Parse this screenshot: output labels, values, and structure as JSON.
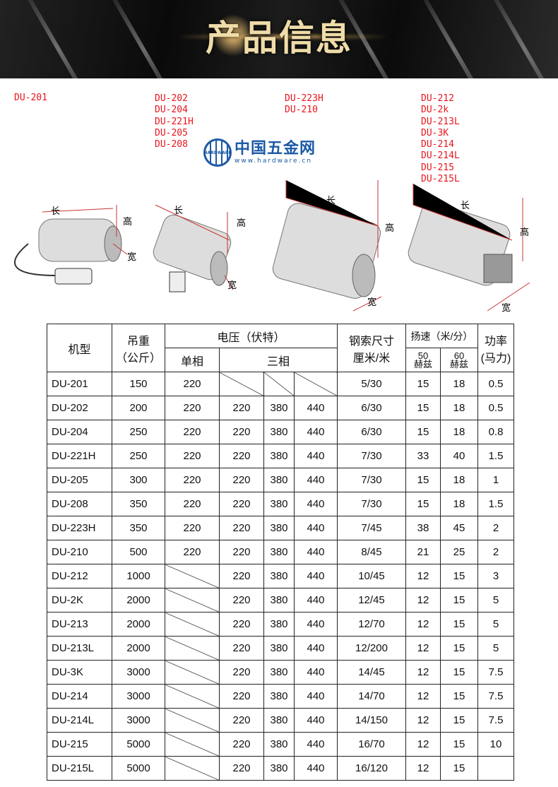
{
  "banner": {
    "title": "产品信息"
  },
  "model_groups": [
    [
      "DU-201"
    ],
    [
      "DU-202",
      "DU-204",
      "DU-221H",
      "DU-205",
      "DU-208"
    ],
    [
      "DU-223H",
      "DU-210"
    ],
    [
      "DU-212",
      "DU-2k",
      "DU-213L",
      "DU-3K",
      "DU-214",
      "DU-214L",
      "DU-215",
      "DU-215L"
    ]
  ],
  "dimension_labels": {
    "length": "长",
    "height": "高",
    "width": "宽"
  },
  "colors": {
    "model_text": "#e8141c",
    "title": "#efdca8",
    "watermark": "#1c5aa6"
  },
  "table": {
    "headers": {
      "model": "机型",
      "load": "吊重",
      "load_unit": "（公斤）",
      "voltage": "电压（伏特）",
      "single_phase": "单相",
      "three_phase": "三相",
      "rope": "钢索尺寸",
      "rope_unit": "厘米/米",
      "speed": "扬速（米/分）",
      "hz50": "50",
      "hz60": "60",
      "hz_unit": "赫兹",
      "power": "功率",
      "power_unit": "(马力)"
    },
    "rows": [
      [
        "DU-201",
        "150",
        "220",
        "",
        "",
        "",
        "5/30",
        "15",
        "18",
        "0.5"
      ],
      [
        "DU-202",
        "200",
        "220",
        "220",
        "380",
        "440",
        "6/30",
        "15",
        "18",
        "0.5"
      ],
      [
        "DU-204",
        "250",
        "220",
        "220",
        "380",
        "440",
        "6/30",
        "15",
        "18",
        "0.8"
      ],
      [
        "DU-221H",
        "250",
        "220",
        "220",
        "380",
        "440",
        "7/30",
        "33",
        "40",
        "1.5"
      ],
      [
        "DU-205",
        "300",
        "220",
        "220",
        "380",
        "440",
        "7/30",
        "15",
        "18",
        "1"
      ],
      [
        "DU-208",
        "350",
        "220",
        "220",
        "380",
        "440",
        "7/30",
        "15",
        "18",
        "1.5"
      ],
      [
        "DU-223H",
        "350",
        "220",
        "220",
        "380",
        "440",
        "7/45",
        "38",
        "45",
        "2"
      ],
      [
        "DU-210",
        "500",
        "220",
        "220",
        "380",
        "440",
        "8/45",
        "21",
        "25",
        "2"
      ],
      [
        "DU-212",
        "1000",
        "",
        "220",
        "380",
        "440",
        "10/45",
        "12",
        "15",
        "3"
      ],
      [
        "DU-2K",
        "2000",
        "",
        "220",
        "380",
        "440",
        "12/45",
        "12",
        "15",
        "5"
      ],
      [
        "DU-213",
        "2000",
        "",
        "220",
        "380",
        "440",
        "12/70",
        "12",
        "15",
        "5"
      ],
      [
        "DU-213L",
        "2000",
        "",
        "220",
        "380",
        "440",
        "12/200",
        "12",
        "15",
        "5"
      ],
      [
        "DU-3K",
        "3000",
        "",
        "220",
        "380",
        "440",
        "14/45",
        "12",
        "15",
        "7.5"
      ],
      [
        "DU-214",
        "3000",
        "",
        "220",
        "380",
        "440",
        "14/70",
        "12",
        "15",
        "7.5"
      ],
      [
        "DU-214L",
        "3000",
        "",
        "220",
        "380",
        "440",
        "14/150",
        "12",
        "15",
        "7.5"
      ],
      [
        "DU-215",
        "5000",
        "",
        "220",
        "380",
        "440",
        "16/70",
        "12",
        "15",
        "10"
      ],
      [
        "DU-215L",
        "5000",
        "",
        "220",
        "380",
        "440",
        "16/120",
        "12",
        "15",
        ""
      ]
    ]
  },
  "watermark": {
    "name": "中国五金网",
    "url": "www.hardware.cn",
    "globe_text": "HARDWARE"
  }
}
